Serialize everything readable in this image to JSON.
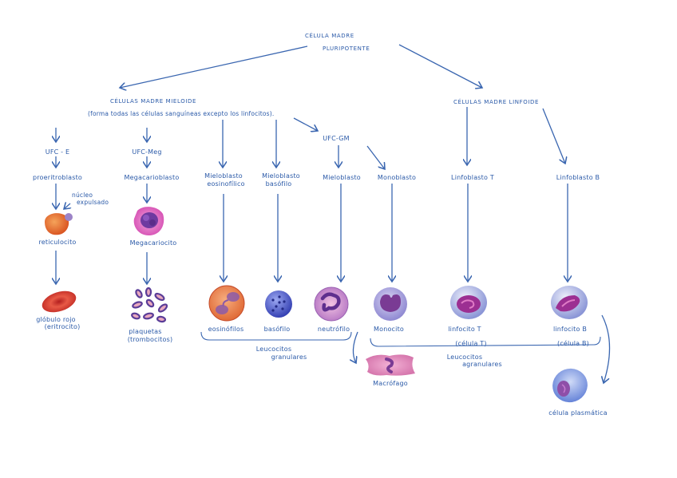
{
  "title": "Célula madre pluripotente",
  "colors": {
    "ink": "#2b5aa8",
    "line": "#3a66b0"
  },
  "nodes": {
    "root": {
      "line1": "Célula madre",
      "line2": "pluripotente"
    },
    "myeloid": {
      "label": "Células madre mieloide",
      "note": "(forma todas las células sanguíneas excepto los linfocitos)."
    },
    "lymphoid": {
      "label": "Células madre linfoide"
    },
    "cfu_e": "UFC - E",
    "cfu_meg": "UFC-Meg",
    "cfu_gm": "UFC-GM",
    "proerythroblast": "proeritroblasto",
    "megakaryoblast": "Megacarioblasto",
    "myeloblast_eos": {
      "line1": "Mieloblasto",
      "line2": "eosinofílico"
    },
    "myeloblast_baso": {
      "line1": "Mieloblasto",
      "line2": "basófilo"
    },
    "myeloblast": "Mieloblasto",
    "monoblast": "Monoblasto",
    "lymphoblast_t": "Linfoblasto T",
    "lymphoblast_b": "Linfoblasto B",
    "nucleus_expelled": {
      "line1": "núcleo",
      "line2": "expulsado"
    },
    "reticulocyte": "reticulocito",
    "megakaryocyte": "Megacariocito",
    "rbc": {
      "line1": "glóbulo rojo",
      "line2": "(eritrocito)"
    },
    "platelets": {
      "line1": "plaquetas",
      "line2": "(trombocitos)"
    },
    "eosinophil": "eosinófilos",
    "basophil": "basófilo",
    "neutrophil": "neutrófilo",
    "monocyte": "Monocito",
    "lymphocyte_t": {
      "line1": "linfocito T",
      "line2": "(célula T)"
    },
    "lymphocyte_b": {
      "line1": "linfocito B",
      "line2": "(célula B)"
    },
    "macrophage": "Macrófago",
    "plasma_cell": "célula plasmática"
  },
  "groups": {
    "granular": {
      "line1": "Leucocitos",
      "line2": "granulares"
    },
    "agranular": {
      "line1": "Leucocitos",
      "line2": "agranulares"
    }
  }
}
